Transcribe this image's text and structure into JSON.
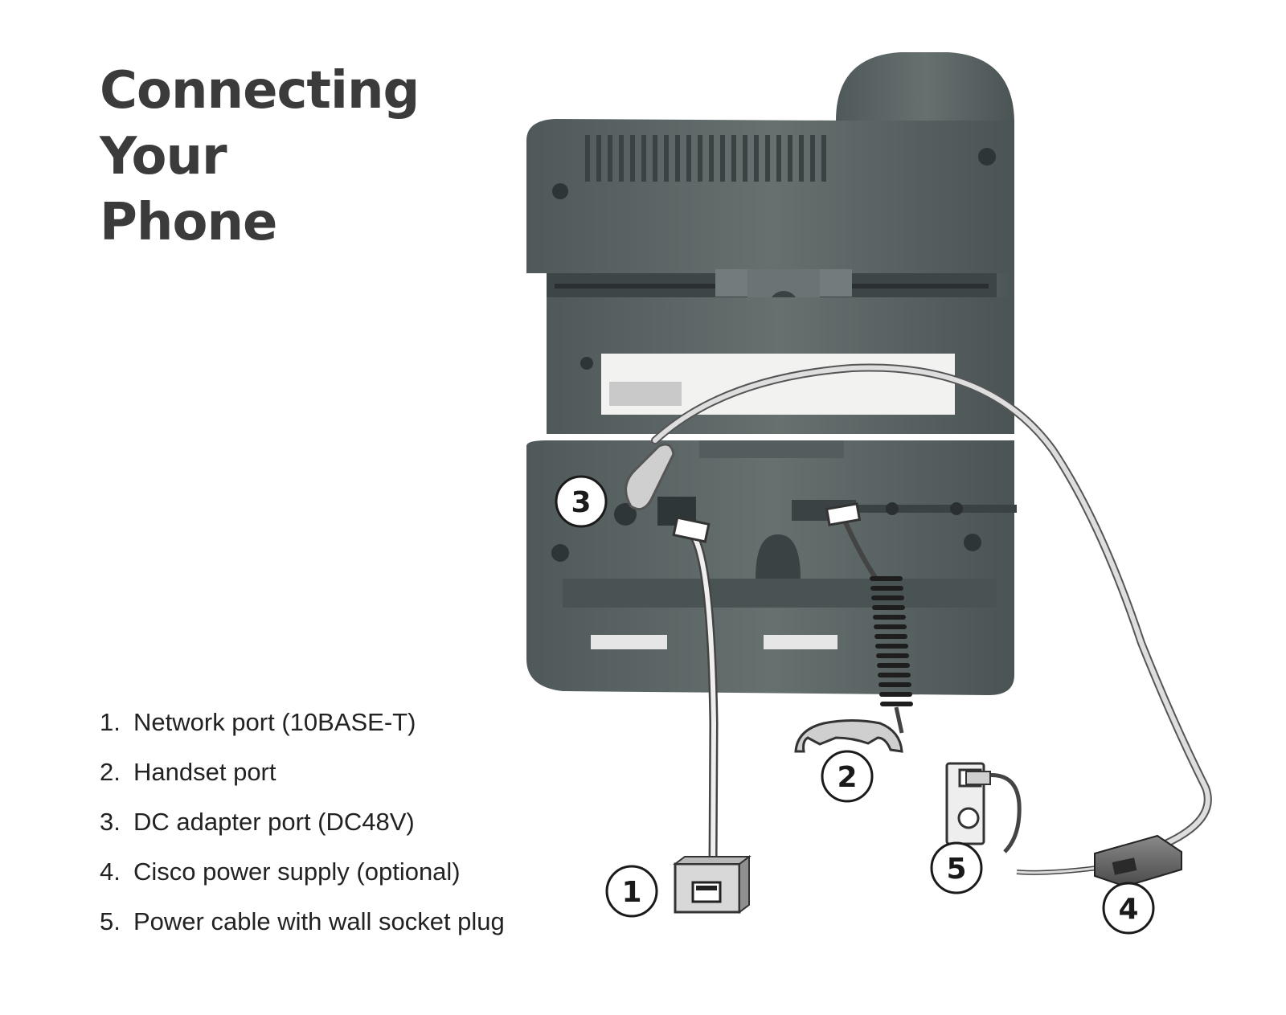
{
  "title": {
    "lines": [
      "Connecting",
      "Your",
      "Phone"
    ]
  },
  "legend": {
    "items": [
      {
        "num": "1.",
        "text": "Network port (10BASE-T)"
      },
      {
        "num": "2.",
        "text": "Handset port"
      },
      {
        "num": "3.",
        "text": "DC adapter port (DC48V)"
      },
      {
        "num": "4.",
        "text": "Cisco power supply (optional)"
      },
      {
        "num": "5.",
        "text": "Power cable with wall socket plug"
      }
    ]
  },
  "callouts": [
    "1",
    "2",
    "3",
    "4",
    "5"
  ],
  "colors": {
    "phone_body": "#5d6768",
    "phone_dark": "#454e4f",
    "cable": "#d8d8d8",
    "title_text": "#3b3b3b"
  }
}
